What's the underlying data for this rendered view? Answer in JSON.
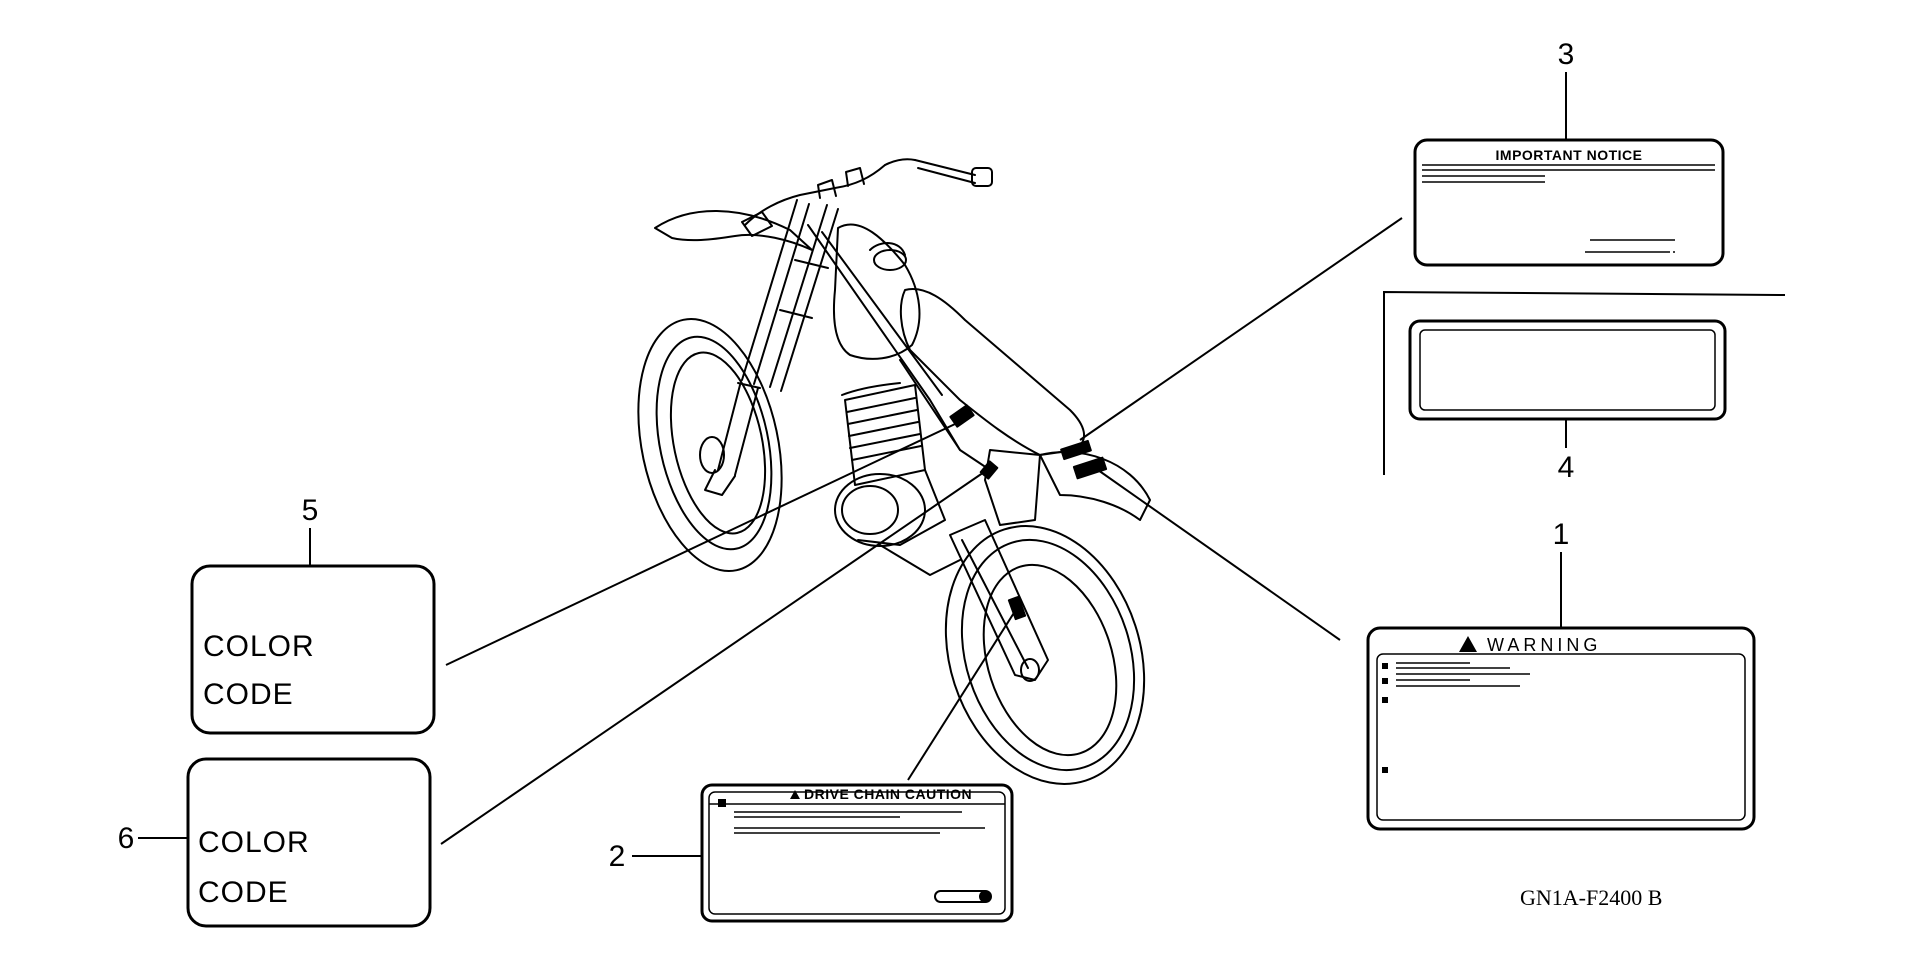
{
  "callouts": {
    "c1": "1",
    "c2": "2",
    "c3": "3",
    "c4": "4",
    "c5": "5",
    "c6": "6"
  },
  "labels": {
    "important_notice": "IMPORTANT NOTICE",
    "warning": "WARNING",
    "drive_chain_caution": "DRIVE CHAIN CAUTION",
    "color_code_5": {
      "line1": "COLOR",
      "line2": "CODE"
    },
    "color_code_6": {
      "line1": "COLOR",
      "line2": "CODE"
    }
  },
  "part_code": "GN1A-F2400 B",
  "icons": {
    "warning_triangle": "warning-triangle-icon",
    "caution_triangle": "caution-triangle-icon"
  },
  "colors": {
    "ink": "#000000",
    "paper": "#ffffff"
  }
}
